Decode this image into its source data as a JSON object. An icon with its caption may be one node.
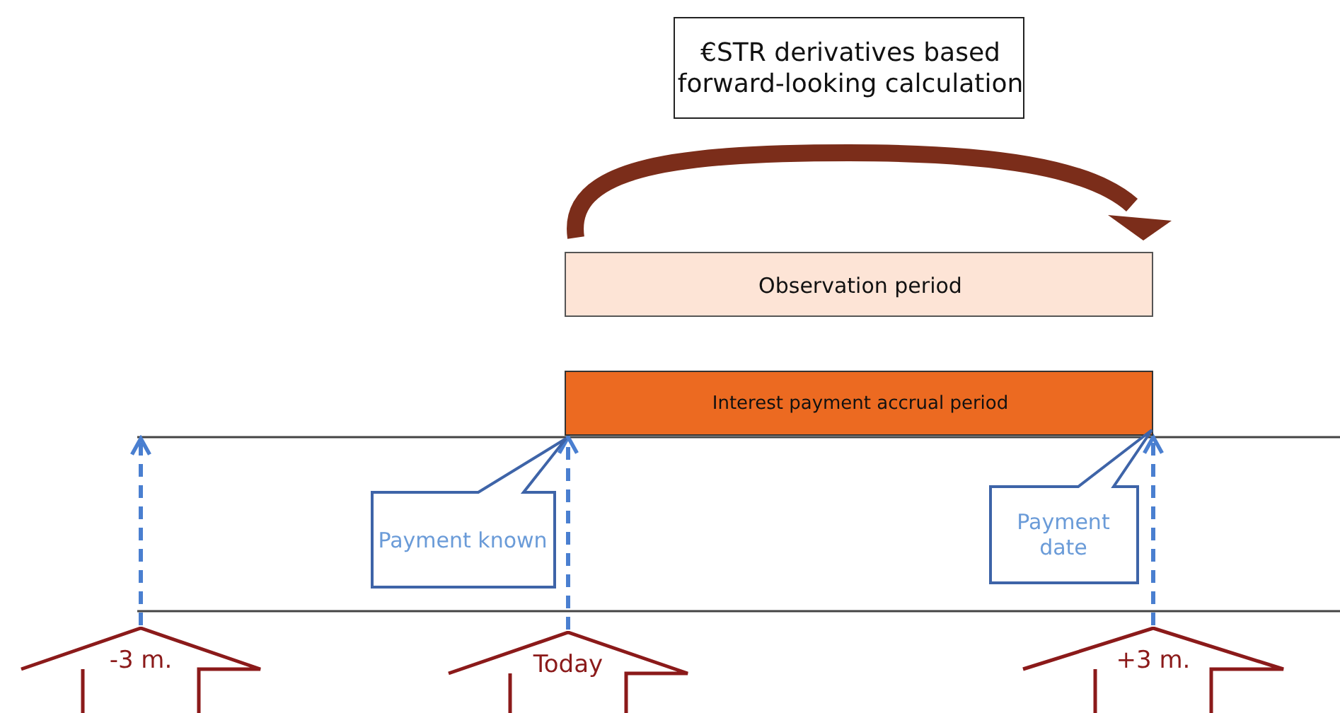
{
  "diagram": {
    "nodes": [
      {
        "text": [
          "€STR derivatives based forward-looking calculation"
        ]
      },
      {
        "text": [
          "Observation period"
        ]
      },
      {
        "text": [
          "Interest payment accrual period"
        ]
      },
      {
        "text": [
          "-3 m."
        ]
      },
      {
        "text": [
          "Today"
        ]
      },
      {
        "text": [
          "+3 m."
        ]
      },
      {
        "text": [
          "Payment known"
        ]
      },
      {
        "text": [
          "Payment date"
        ]
      }
    ],
    "edges": [
      {
        "from": 3,
        "to": null,
        "arrow": "to",
        "style": "dashed"
      },
      {
        "from": 4,
        "to": 2,
        "arrow": "to",
        "style": "dashed"
      },
      {
        "from": 5,
        "to": 2,
        "arrow": "to",
        "style": "dashed"
      }
    ]
  }
}
